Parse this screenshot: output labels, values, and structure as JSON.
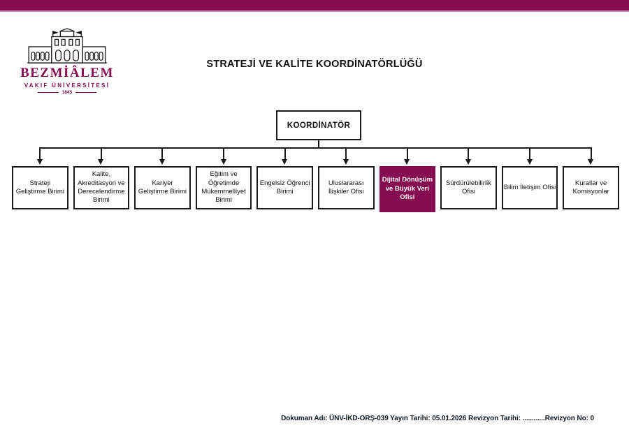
{
  "colors": {
    "accent": "#870B50",
    "accent_light": "#C98FB4",
    "line": "#1a1a1a"
  },
  "logo": {
    "name": "BEZMİÂLEM",
    "subtitle": "VAKIF ÜNİVERSİTESİ",
    "year": "1845",
    "icon": "university-building-line-art"
  },
  "header": {
    "title": "STRATEJİ VE KALİTE KOORDİNATÖRLÜĞÜ"
  },
  "org": {
    "root": {
      "label": "KOORDİNATÖR"
    },
    "units": [
      {
        "label": "Strateji Geliştirme Birimi",
        "highlighted": false
      },
      {
        "label": "Kalite, Akreditasyon ve Derecelendirme Birimi",
        "highlighted": false
      },
      {
        "label": "Kariyer Geliştirme Birimi",
        "highlighted": false
      },
      {
        "label": "Eğitim ve Öğretimde Mükemmelliyet Birimi",
        "highlighted": false
      },
      {
        "label": "Engelsiz Öğrenci Birimi",
        "highlighted": false
      },
      {
        "label": "Uluslararası İlişkiler Ofisi",
        "highlighted": false
      },
      {
        "label": "Dijital Dönüşüm ve Büyük Veri Ofisi",
        "highlighted": true
      },
      {
        "label": "Sürdürülebilirlik Ofisi",
        "highlighted": false
      },
      {
        "label": "Bilim İletişim Ofisi",
        "highlighted": false
      },
      {
        "label": "Kurallar ve Komisyonlar",
        "highlighted": false
      }
    ]
  },
  "footer": {
    "text": "Dokuman Adı: ÜNV-İKD-ORŞ-039 Yayın Tarihi: 05.01.2026 Revizyon Tarihi: ............Revizyon No: 0"
  }
}
